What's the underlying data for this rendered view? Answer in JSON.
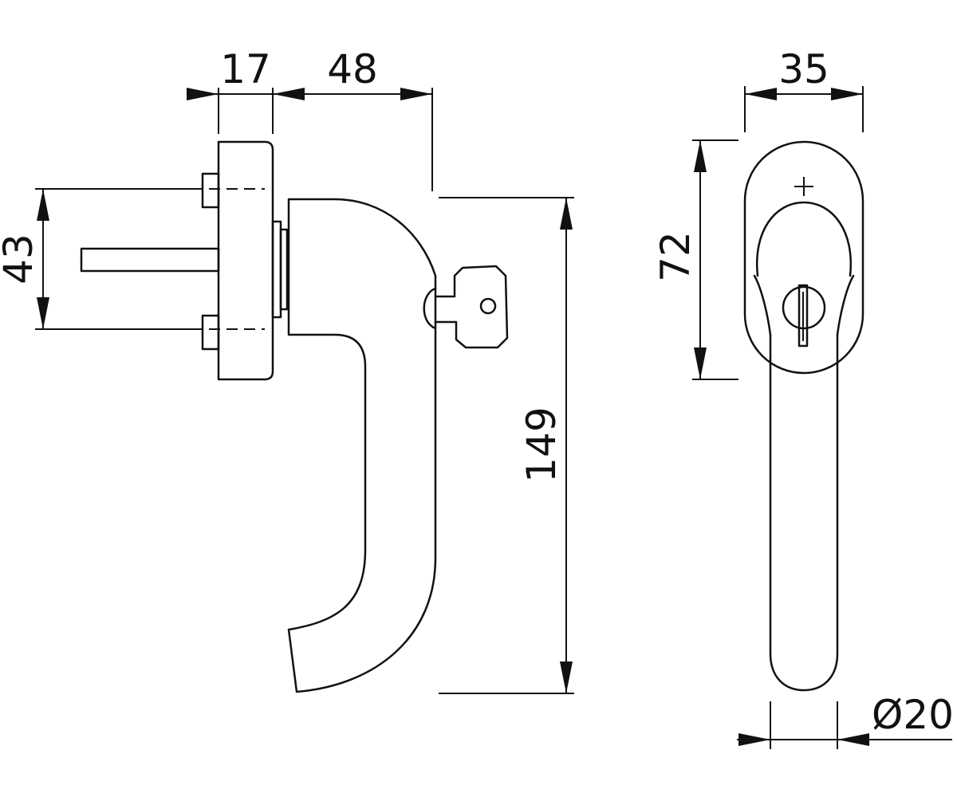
{
  "dimensions": {
    "rose_depth": "17",
    "handle_offset": "48",
    "screw_spacing": "43",
    "handle_length": "149",
    "rose_width": "35",
    "rose_height": "72",
    "grip_diameter": "Ø20"
  }
}
